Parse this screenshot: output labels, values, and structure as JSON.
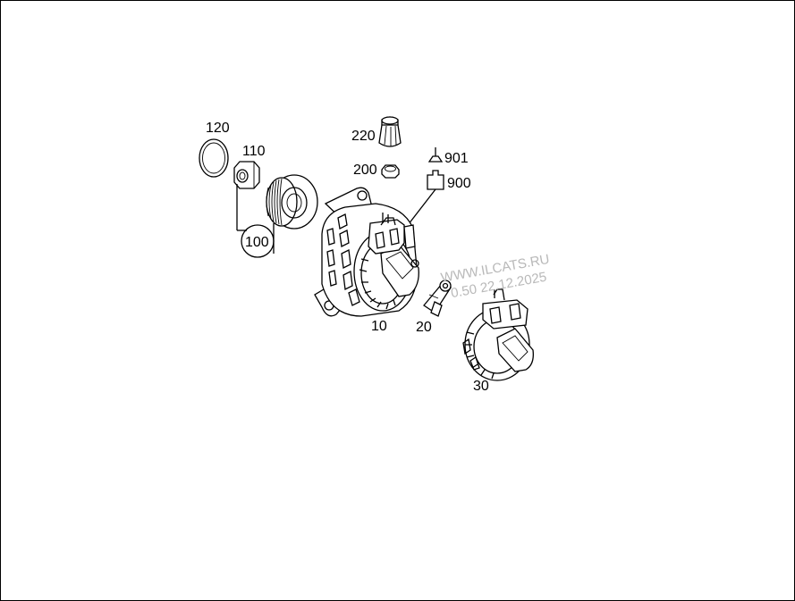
{
  "diagram": {
    "callouts": {
      "c120": "120",
      "c110": "110",
      "c100": "100",
      "c220": "220",
      "c200": "200",
      "c901": "901",
      "c900": "900",
      "c10": "10",
      "c20": "20",
      "c30": "30"
    },
    "watermark": {
      "line1": "WWW.ILCATS.RU",
      "line2": "0.50 22.12.2025"
    }
  }
}
